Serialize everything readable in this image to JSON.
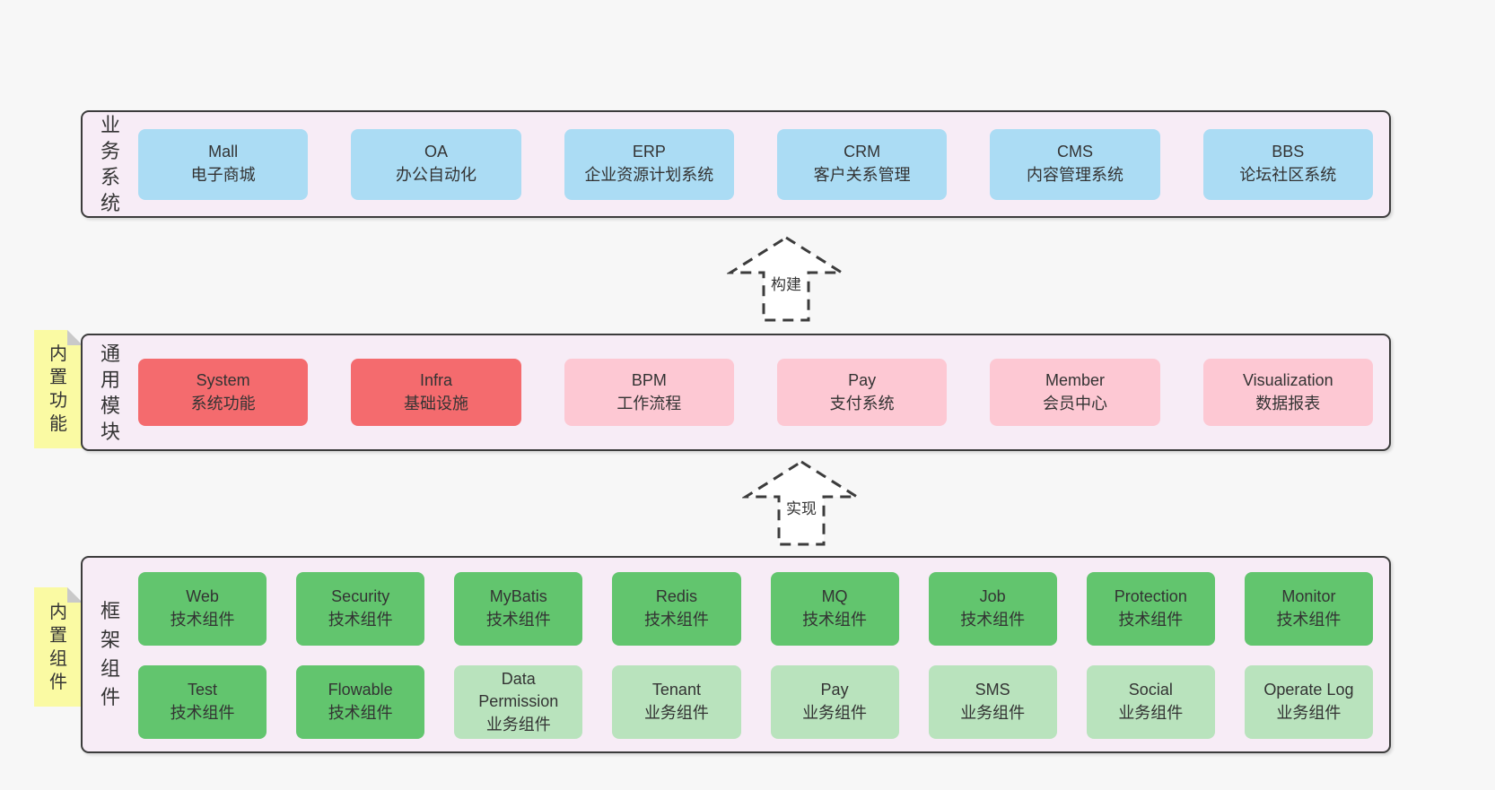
{
  "colors": {
    "page_bg": "#f7f7f7",
    "panel_bg": "#f7ecf6",
    "panel_border": "#3c3c3c",
    "blue_box": "#abdcf4",
    "red_box": "#f46b6e",
    "pink_box": "#fdc8d3",
    "green_box": "#62c56e",
    "light_green_box": "#b9e3bd",
    "note_bg": "#fafaa3",
    "text": "#333333"
  },
  "sections": {
    "business": {
      "label": "业务系统",
      "boxes": [
        {
          "name": "Mall",
          "desc": "电子商城",
          "variant": "blue"
        },
        {
          "name": "OA",
          "desc": "办公自动化",
          "variant": "blue"
        },
        {
          "name": "ERP",
          "desc": "企业资源计划系统",
          "variant": "blue"
        },
        {
          "name": "CRM",
          "desc": "客户关系管理",
          "variant": "blue"
        },
        {
          "name": "CMS",
          "desc": "内容管理系统",
          "variant": "blue"
        },
        {
          "name": "BBS",
          "desc": "论坛社区系统",
          "variant": "blue"
        }
      ]
    },
    "modules": {
      "label": "通用模块",
      "note": "内置功能",
      "boxes": [
        {
          "name": "System",
          "desc": "系统功能",
          "variant": "red"
        },
        {
          "name": "Infra",
          "desc": "基础设施",
          "variant": "red"
        },
        {
          "name": "BPM",
          "desc": "工作流程",
          "variant": "pink"
        },
        {
          "name": "Pay",
          "desc": "支付系统",
          "variant": "pink"
        },
        {
          "name": "Member",
          "desc": "会员中心",
          "variant": "pink"
        },
        {
          "name": "Visualization",
          "desc": "数据报表",
          "variant": "pink"
        }
      ]
    },
    "framework": {
      "label": "框架组件",
      "note": "内置组件",
      "row1": [
        {
          "name": "Web",
          "desc": "技术组件",
          "variant": "green"
        },
        {
          "name": "Security",
          "desc": "技术组件",
          "variant": "green"
        },
        {
          "name": "MyBatis",
          "desc": "技术组件",
          "variant": "green"
        },
        {
          "name": "Redis",
          "desc": "技术组件",
          "variant": "green"
        },
        {
          "name": "MQ",
          "desc": "技术组件",
          "variant": "green"
        },
        {
          "name": "Job",
          "desc": "技术组件",
          "variant": "green"
        },
        {
          "name": "Protection",
          "desc": "技术组件",
          "variant": "green"
        },
        {
          "name": "Monitor",
          "desc": "技术组件",
          "variant": "green"
        }
      ],
      "row2": [
        {
          "name": "Test",
          "desc": "技术组件",
          "variant": "green"
        },
        {
          "name": "Flowable",
          "desc": "技术组件",
          "variant": "green"
        },
        {
          "name": "Data Permission",
          "desc": "业务组件",
          "variant": "lightgreen"
        },
        {
          "name": "Tenant",
          "desc": "业务组件",
          "variant": "lightgreen"
        },
        {
          "name": "Pay",
          "desc": "业务组件",
          "variant": "lightgreen"
        },
        {
          "name": "SMS",
          "desc": "业务组件",
          "variant": "lightgreen"
        },
        {
          "name": "Social",
          "desc": "业务组件",
          "variant": "lightgreen"
        },
        {
          "name": "Operate Log",
          "desc": "业务组件",
          "variant": "lightgreen"
        }
      ]
    }
  },
  "arrows": {
    "build": "构建",
    "implement": "实现"
  }
}
